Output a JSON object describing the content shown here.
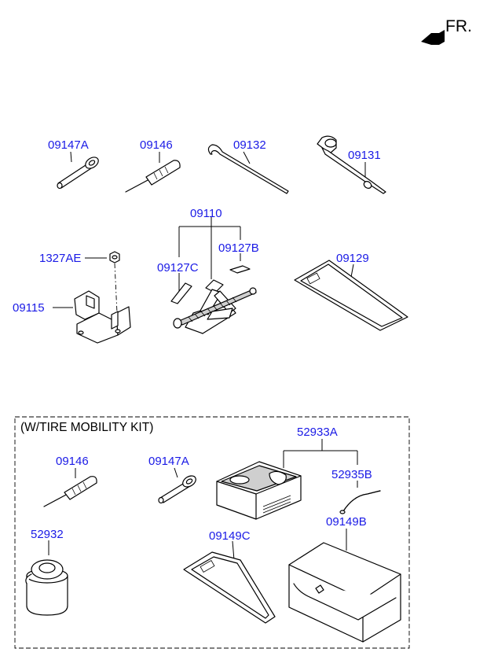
{
  "orientation": {
    "label": "FR.",
    "icon": "front-arrow-icon"
  },
  "kit_box": {
    "title": "(W/TIRE MOBILITY KIT)"
  },
  "callouts": [
    {
      "id": "c-09147A-top",
      "text": "09147A"
    },
    {
      "id": "c-09146-top",
      "text": "09146"
    },
    {
      "id": "c-09132",
      "text": "09132"
    },
    {
      "id": "c-09131",
      "text": "09131"
    },
    {
      "id": "c-09110",
      "text": "09110"
    },
    {
      "id": "c-1327AE",
      "text": "1327AE"
    },
    {
      "id": "c-09127B",
      "text": "09127B"
    },
    {
      "id": "c-09127C",
      "text": "09127C"
    },
    {
      "id": "c-09129",
      "text": "09129"
    },
    {
      "id": "c-09115",
      "text": "09115"
    },
    {
      "id": "c-52933A",
      "text": "52933A"
    },
    {
      "id": "c-09146-kit",
      "text": "09146"
    },
    {
      "id": "c-09147A-kit",
      "text": "09147A"
    },
    {
      "id": "c-52935B",
      "text": "52935B"
    },
    {
      "id": "c-52932",
      "text": "52932"
    },
    {
      "id": "c-09149B",
      "text": "09149B"
    },
    {
      "id": "c-09149C",
      "text": "09149C"
    }
  ],
  "parts": [
    {
      "icon": "towing-hook-eye-icon"
    },
    {
      "icon": "screwdriver-icon"
    },
    {
      "icon": "jack-handle-rod-icon"
    },
    {
      "icon": "wheel-lug-wrench-icon"
    },
    {
      "icon": "scissor-jack-icon"
    },
    {
      "icon": "jack-bracket-icon"
    },
    {
      "icon": "jack-holder-nut-icon"
    },
    {
      "icon": "tool-case-tray-icon"
    },
    {
      "icon": "label-sticker-icon"
    },
    {
      "icon": "air-compressor-icon"
    },
    {
      "icon": "hose-icon"
    },
    {
      "icon": "sealant-bottle-icon"
    },
    {
      "icon": "kit-case-icon"
    },
    {
      "icon": "kit-tray-icon"
    }
  ]
}
